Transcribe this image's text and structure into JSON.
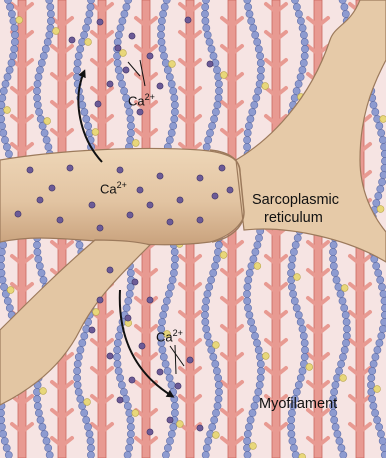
{
  "labels": {
    "ion": {
      "base": "Ca",
      "charge": "2+"
    },
    "sarcoplasmic": {
      "line1": "Sarcoplasmic",
      "line2": "reticulum"
    },
    "myofilament": "Myofilament"
  },
  "colors": {
    "background": "#f6e4e3",
    "actin_fiber": "#e89a92",
    "actin_edge": "#c9685f",
    "myosin_bead": "#8e9bd0",
    "reticulum": "#e2c4a2",
    "reticulum_edge": "#9c7a5c",
    "calcium_ion": "#6c5b97",
    "troponin": "#e8d77a",
    "arrow": "#111111"
  },
  "icons": [
    "curved-arrow-icon",
    "calcium-ion-dot-icon"
  ]
}
